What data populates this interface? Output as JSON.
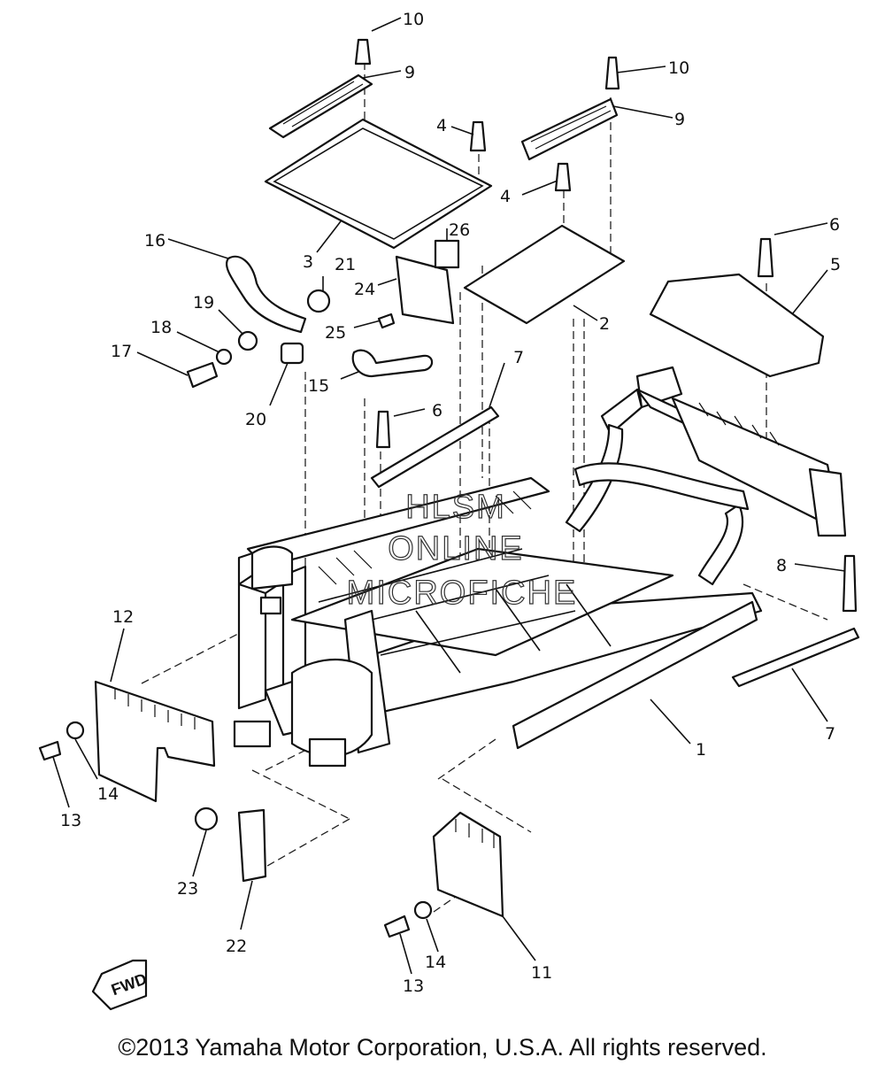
{
  "diagram": {
    "callouts": [
      {
        "id": "c10a",
        "label": "10"
      },
      {
        "id": "c9a",
        "label": "9"
      },
      {
        "id": "c10b",
        "label": "10"
      },
      {
        "id": "c9b",
        "label": "9"
      },
      {
        "id": "c4a",
        "label": "4"
      },
      {
        "id": "c4b",
        "label": "4"
      },
      {
        "id": "c6a",
        "label": "6"
      },
      {
        "id": "c5",
        "label": "5"
      },
      {
        "id": "c26",
        "label": "26"
      },
      {
        "id": "c16",
        "label": "16"
      },
      {
        "id": "c3",
        "label": "3"
      },
      {
        "id": "c21",
        "label": "21"
      },
      {
        "id": "c24",
        "label": "24"
      },
      {
        "id": "c2",
        "label": "2"
      },
      {
        "id": "c19",
        "label": "19"
      },
      {
        "id": "c18",
        "label": "18"
      },
      {
        "id": "c25",
        "label": "25"
      },
      {
        "id": "c17",
        "label": "17"
      },
      {
        "id": "c15",
        "label": "15"
      },
      {
        "id": "c7a",
        "label": "7"
      },
      {
        "id": "c20",
        "label": "20"
      },
      {
        "id": "c6b",
        "label": "6"
      },
      {
        "id": "c8",
        "label": "8"
      },
      {
        "id": "c12",
        "label": "12"
      },
      {
        "id": "c7b",
        "label": "7"
      },
      {
        "id": "c1",
        "label": "1"
      },
      {
        "id": "c14a",
        "label": "14"
      },
      {
        "id": "c13a",
        "label": "13"
      },
      {
        "id": "c23",
        "label": "23"
      },
      {
        "id": "c22",
        "label": "22"
      },
      {
        "id": "c14b",
        "label": "14"
      },
      {
        "id": "c13b",
        "label": "13"
      },
      {
        "id": "c11",
        "label": "11"
      }
    ],
    "watermark": [
      "HLSM",
      "ONLINE",
      "MICROFICHE"
    ],
    "fwd_label": "FWD"
  },
  "footer": {
    "copyright": "©2013 Yamaha Motor Corporation, U.S.A. All rights reserved."
  }
}
